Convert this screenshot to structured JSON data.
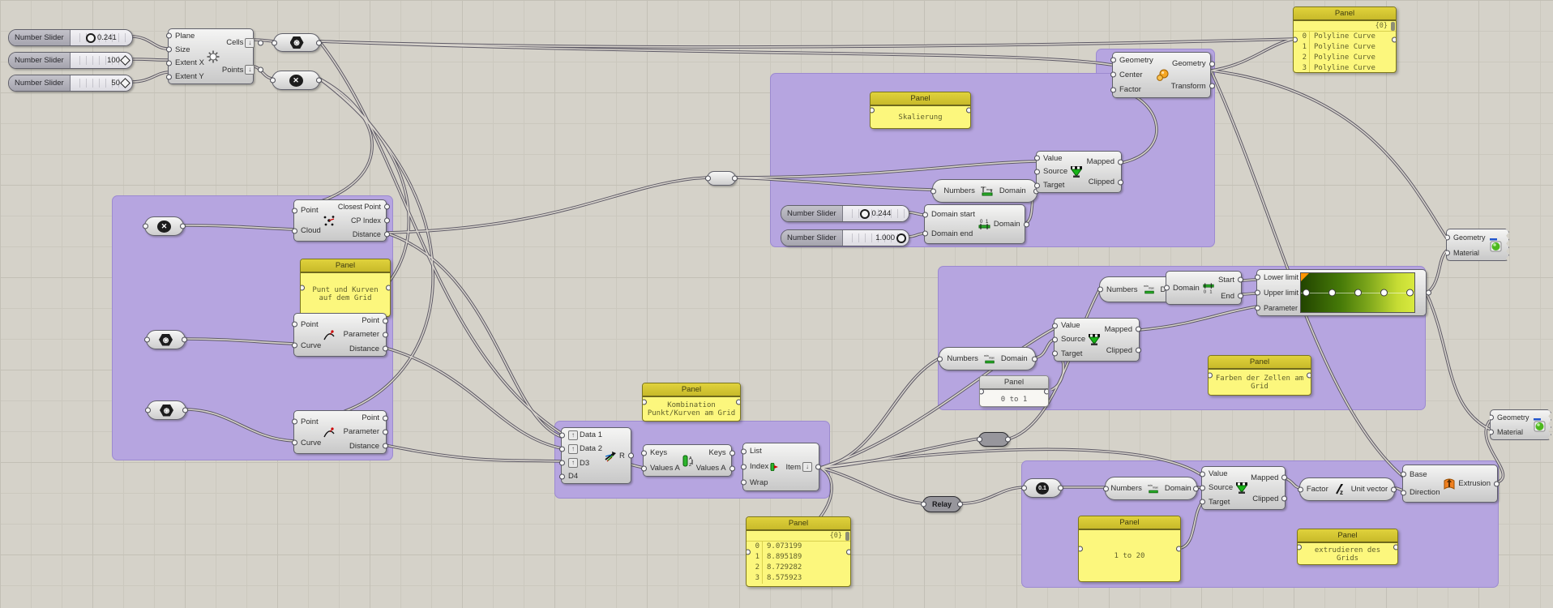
{
  "defs": {
    "grid_comp": {
      "inputs": [
        "Plane",
        "Size",
        "Extent X",
        "Extent Y"
      ],
      "outputs": [
        "Cells",
        "Points"
      ]
    },
    "closest_point": {
      "inputs": [
        "Point",
        "Cloud"
      ],
      "outputs": [
        "Closest Point",
        "CP Index",
        "Distance"
      ]
    },
    "curve_cp": {
      "inputs": [
        "Point",
        "Curve"
      ],
      "outputs": [
        "Point",
        "Parameter",
        "Distance"
      ]
    },
    "merge": {
      "inputs": [
        "Data 1",
        "Data 2",
        "D3",
        "D4"
      ],
      "output": "R"
    },
    "sort": {
      "in_keys": "Keys",
      "in_values": "Values A",
      "out_keys": "Keys",
      "out_values": "Values A"
    },
    "item": {
      "inputs": [
        "List",
        "Index",
        "Wrap"
      ],
      "output": "Item"
    },
    "bounds": {
      "input": "Numbers",
      "output": "Domain",
      "output_short": "Do"
    },
    "remap": {
      "inputs": [
        "Value",
        "Source",
        "Target"
      ],
      "outputs": [
        "Mapped",
        "Clipped"
      ]
    },
    "cdomain": {
      "inputs": [
        "Domain start",
        "Domain end"
      ],
      "output": "Domain"
    },
    "ddomain": {
      "input": "Domain",
      "outputs": [
        "Start",
        "End"
      ]
    },
    "gradient": {
      "inputs": [
        "Lower limit",
        "Upper limit",
        "Parameter"
      ]
    },
    "scale": {
      "inputs": [
        "Geometry",
        "Center",
        "Factor"
      ],
      "outputs": [
        "Geometry",
        "Transform"
      ]
    },
    "unitv": {
      "input": "Factor",
      "output": "Unit vector"
    },
    "extrude": {
      "inputs": [
        "Base",
        "Direction"
      ],
      "output": "Extrusion"
    },
    "preview": {
      "inputs": [
        "Geometry",
        "Material"
      ]
    },
    "relay": {
      "label": "Relay"
    },
    "num_param": {
      "label": "0.1"
    }
  },
  "sliders": {
    "grid_size": {
      "label": "Number Slider",
      "value": "0.241"
    },
    "extent_x": {
      "label": "Number Slider",
      "value": "100"
    },
    "extent_y": {
      "label": "Number Slider",
      "value": "50"
    },
    "domain_start": {
      "label": "Number Slider",
      "value": "0.244"
    },
    "domain_end": {
      "label": "Number Slider",
      "value": "1.000"
    }
  },
  "panels": {
    "polylines": {
      "title": "Panel",
      "path_tag": "{0}",
      "rows": [
        {
          "i": "0",
          "v": "Polyline Curve"
        },
        {
          "i": "1",
          "v": "Polyline Curve"
        },
        {
          "i": "2",
          "v": "Polyline Curve"
        },
        {
          "i": "3",
          "v": "Polyline Curve"
        }
      ]
    },
    "skalierung": {
      "title": "Panel",
      "text": "Skalierung"
    },
    "grid_note": {
      "title": "Panel",
      "text": "Punt und Kurven auf dem Grid"
    },
    "kombination": {
      "title": "Panel",
      "text": "Kombination Punkt/Kurven am Grid"
    },
    "numbers": {
      "title": "Panel",
      "path_tag": "{0}",
      "rows": [
        {
          "i": "0",
          "v": "9.073199"
        },
        {
          "i": "1",
          "v": "8.895189"
        },
        {
          "i": "2",
          "v": "8.729282"
        },
        {
          "i": "3",
          "v": "8.575923"
        }
      ]
    },
    "zero_to_one": {
      "title": "Panel",
      "text": "0 to 1"
    },
    "farben": {
      "title": "Panel",
      "text": "Farben der Zellen am Grid"
    },
    "one_to_twenty": {
      "title": "Panel",
      "text": "1 to 20"
    },
    "extrudieren": {
      "title": "Panel",
      "text": "extrudieren des Grids"
    }
  },
  "colors": {
    "group_purple": "#b6a5e0",
    "panel_yellow": "#fcf77d",
    "panel_header": "#c8ba2a",
    "gradient_dark_green": "#294f00",
    "gradient_bright": "#d3e53c",
    "extrude_orange": "#f08020",
    "scale_orange": "#f5a623"
  }
}
